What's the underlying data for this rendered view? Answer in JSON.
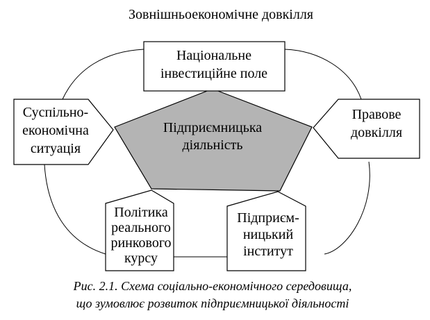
{
  "title": "Зовнішньоекономічне довкілля",
  "center": [
    "Підприємницька",
    "діяльність"
  ],
  "nodes": {
    "top": [
      "Національне",
      "інвестиційне  поле"
    ],
    "left": [
      "Суспільно-",
      "економічна",
      "ситуація"
    ],
    "right": [
      "Правове",
      "довкілля"
    ],
    "bottom_left": [
      "Політика",
      "реального",
      "ринкового",
      "курсу"
    ],
    "bottom_right": [
      "Підприєм-",
      "ницький",
      "інститут"
    ]
  },
  "caption": [
    "Рис. 2.1. Схема соціально-економічного середовища,",
    "що зумовлює розвиток підприємницької діяльності"
  ],
  "colors": {
    "pentagon_fill": "#b4b4b4",
    "stroke": "#000000",
    "background": "#ffffff"
  }
}
